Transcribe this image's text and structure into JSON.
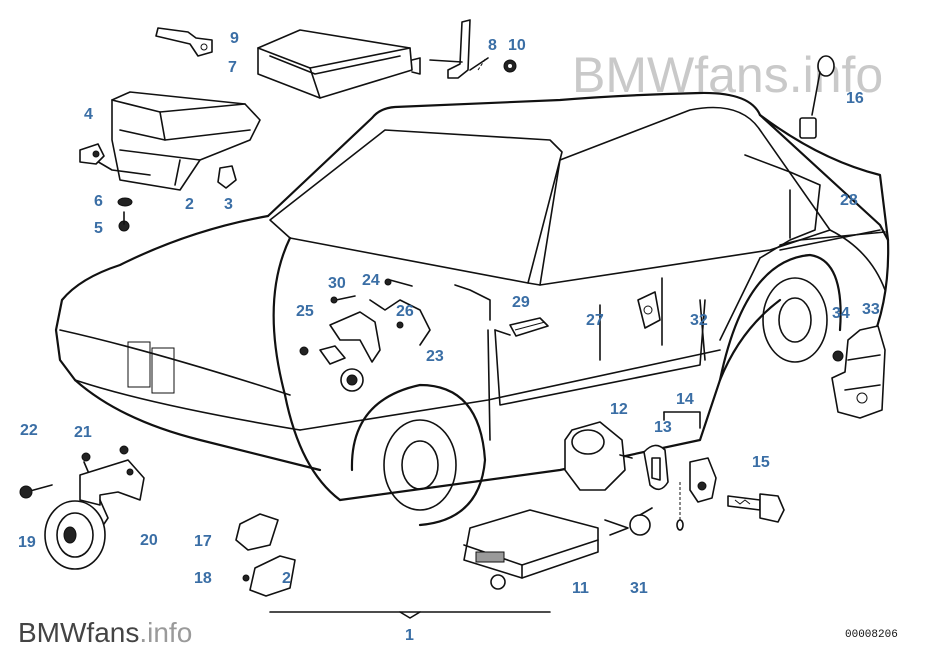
{
  "watermark_top": {
    "brand": "BMWfans",
    "suffix": ".info"
  },
  "watermark_bottom": {
    "brand": "BMWfans",
    "suffix": ".info"
  },
  "drawing_number": "00008206",
  "callouts": [
    "9",
    "8",
    "10",
    "7",
    "4",
    "16",
    "6",
    "2",
    "3",
    "5",
    "28",
    "30",
    "24",
    "29",
    "25",
    "26",
    "27",
    "32",
    "23",
    "34",
    "33",
    "14",
    "12",
    "13",
    "22",
    "21",
    "15",
    "20",
    "19",
    "17",
    "18",
    "2",
    "11",
    "31",
    "1"
  ]
}
